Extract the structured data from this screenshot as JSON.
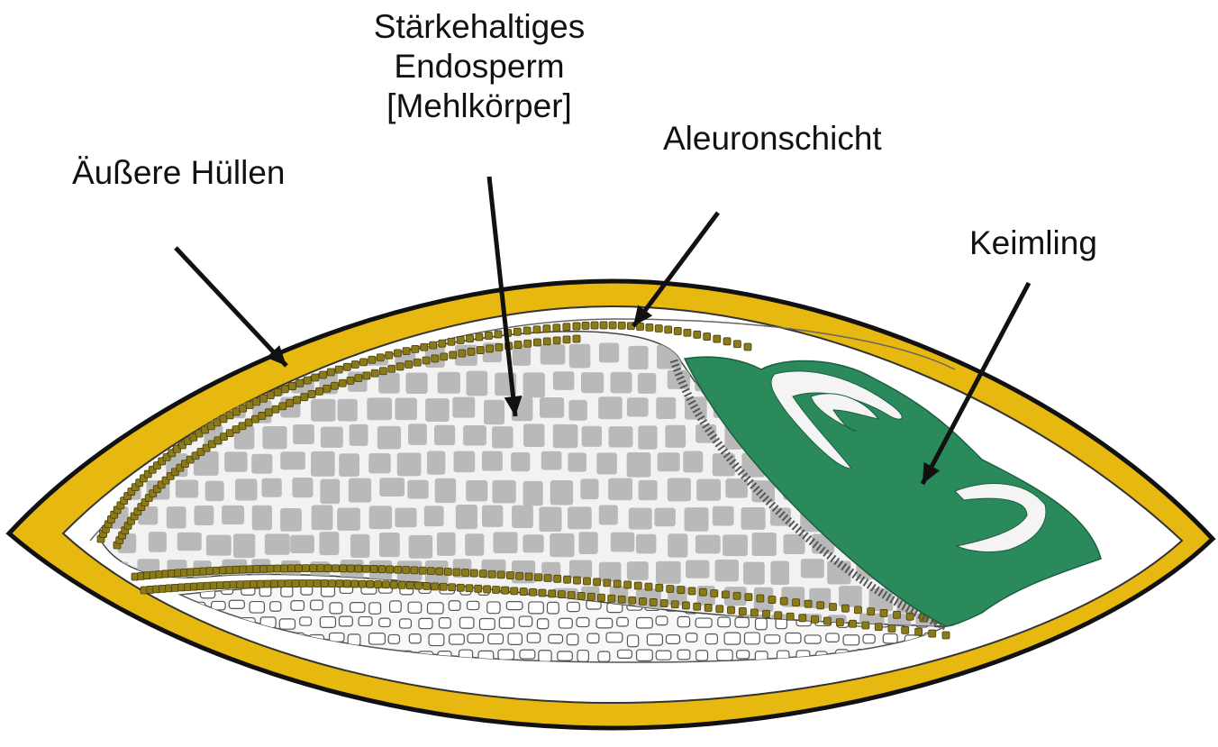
{
  "diagram": {
    "labels": {
      "endosperm_line1": "Stärkehaltiges",
      "endosperm_line2": "Endosperm",
      "endosperm_line3": "[Mehlkörper]",
      "outer_hulls": "Äußere Hüllen",
      "aleurone": "Aleuronschicht",
      "germ": "Keimling"
    },
    "colors": {
      "hull_yellow": "#e7b80f",
      "hull_edge": "#111111",
      "aleurone_cell": "#8a7a1a",
      "starch_cell": "#b9b9b9",
      "germ_green": "#2a8a5c",
      "arrow": "#111111"
    }
  }
}
